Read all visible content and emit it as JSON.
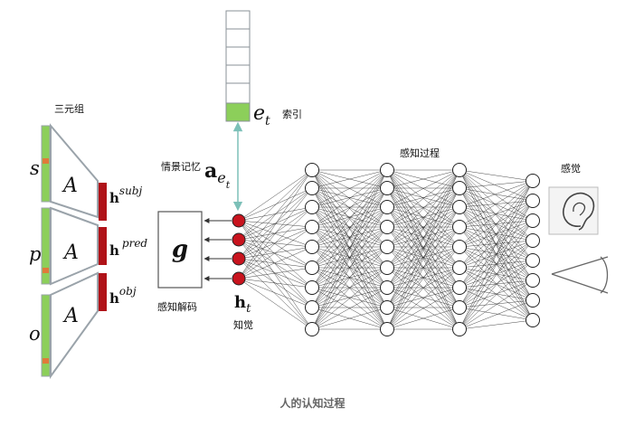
{
  "labels": {
    "triple": "三元组",
    "index": "索引",
    "episodic_memory": "情景记忆",
    "perception_process": "感知过程",
    "perception": "感觉",
    "perception_decode": "感知解码",
    "knowing": "知觉"
  },
  "triple_items": [
    {
      "letter": "s",
      "matrix": "A",
      "h_base": "h",
      "h_sup": "subj"
    },
    {
      "letter": "p",
      "matrix": "A",
      "h_base": "h",
      "h_sup": "pred"
    },
    {
      "letter": "o",
      "matrix": "A",
      "h_base": "h",
      "h_sup": "obj"
    }
  ],
  "symbols": {
    "e_base": "e",
    "e_sub": "t",
    "a_base": "a",
    "a_sub_base": "e",
    "a_sub_sub": "t",
    "decoder": "g",
    "h_base": "h",
    "h_sub": "t"
  },
  "caption": "人的认知过程",
  "colors": {
    "green": "#8ccf5a",
    "orange": "#e07a3a",
    "red_node": "#c8141e",
    "red_bar": "#b01218",
    "outline": "#9aa3aa",
    "line": "#333333"
  }
}
